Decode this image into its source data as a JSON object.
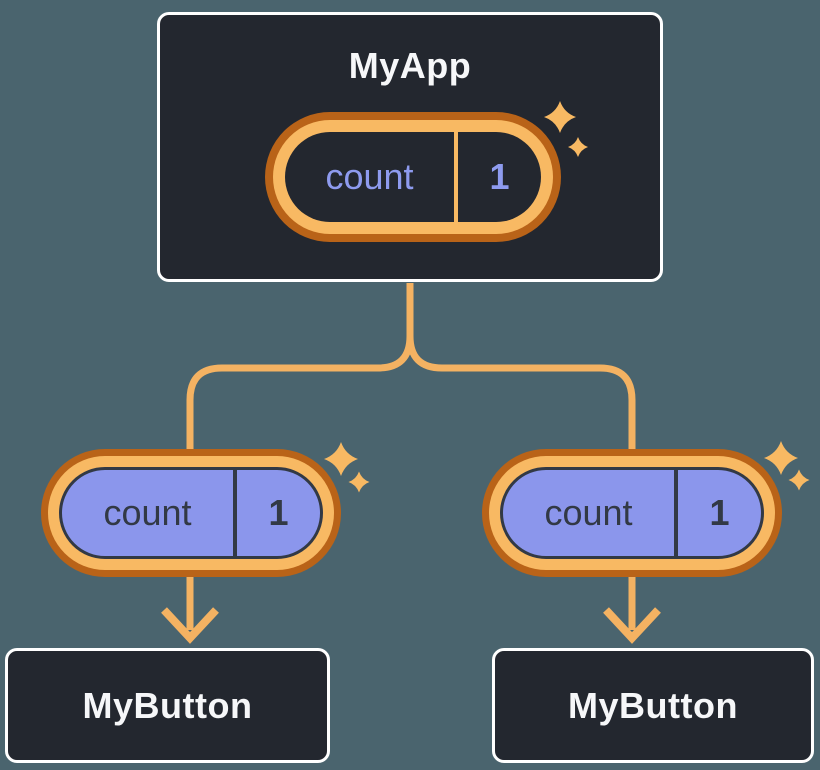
{
  "colors": {
    "page-bg": "#4a646e",
    "card-bg": "#23272f",
    "card-border": "#ffffff",
    "text-light": "#f6f7f9",
    "purple-fill": "#8b96ec",
    "purple-text": "#8e9bef",
    "dark-on-purple": "#323945",
    "orange-light": "#f8b963",
    "orange-dark": "#b96318",
    "connector": "#f4b262"
  },
  "diagram": {
    "root": {
      "title": "MyApp",
      "state": {
        "label": "count",
        "value": "1"
      }
    },
    "children": [
      {
        "title": "MyButton",
        "prop": {
          "label": "count",
          "value": "1"
        }
      },
      {
        "title": "MyButton",
        "prop": {
          "label": "count",
          "value": "1"
        }
      }
    ]
  },
  "icons": {
    "sparkle-icon": "✦"
  }
}
